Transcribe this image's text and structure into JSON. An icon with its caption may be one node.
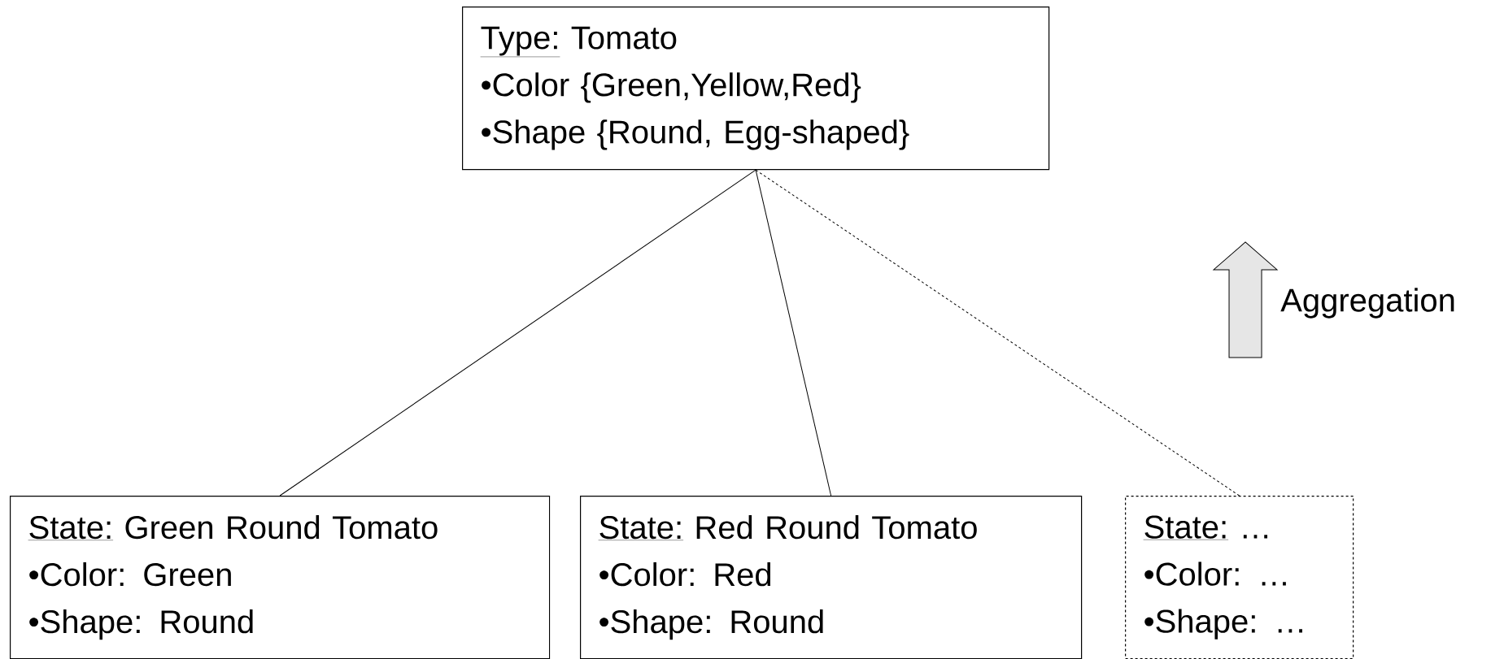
{
  "diagram": {
    "nodes": [
      {
        "text": [
          "Type:",
          "Tomato",
          "•Color {Green,Yellow,Red}",
          "•Shape {Round, Egg-shaped}"
        ]
      },
      {
        "text": [
          "State:",
          "Green Round Tomato",
          "•Color: Green",
          "•Shape: Round"
        ]
      },
      {
        "text": [
          "State:",
          "Red Round Tomato",
          "•Color: Red",
          "•Shape: Round"
        ]
      },
      {
        "text": [
          "State:",
          "…",
          "•Color: …",
          "•Shape: …"
        ]
      }
    ],
    "edges": [
      {
        "from": 0,
        "to": 1,
        "arrow": "none"
      },
      {
        "from": 0,
        "to": 2,
        "arrow": "none"
      },
      {
        "from": 0,
        "to": 3,
        "arrow": "none",
        "style": "dashed"
      }
    ],
    "labels": [
      "Aggregation"
    ]
  }
}
